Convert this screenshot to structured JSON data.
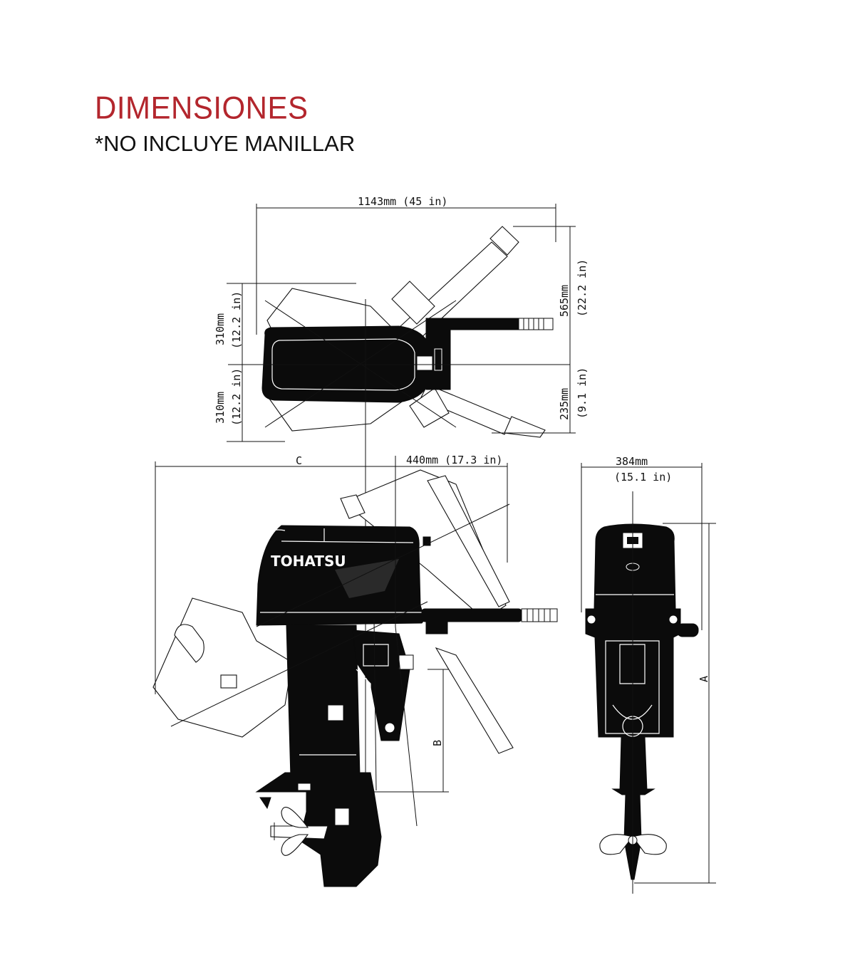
{
  "title": "DIMENSIONES",
  "subtitle": "*NO INCLUYE MANILLAR",
  "brand_logo": "TOHATSU",
  "colors": {
    "title": "#b3262d",
    "text": "#111111",
    "ink": "#0b0b0b"
  },
  "dimensions": {
    "overall_length": "1143mm (45 in)",
    "tiller_up_mm": "565mm",
    "tiller_up_in": "(22.2 in)",
    "tiller_down_mm": "235mm",
    "tiller_down_in": "(9.1 in)",
    "left_top_mm": "310mm",
    "left_top_in": "(12.2 in)",
    "left_bottom_mm": "310mm",
    "left_bottom_in": "(12.2 in)",
    "label_c": "C",
    "tiller_reach": "440mm (17.3 in)",
    "width_mm": "384mm",
    "width_in": "(15.1 in)",
    "label_a": "A",
    "label_b": "B"
  }
}
